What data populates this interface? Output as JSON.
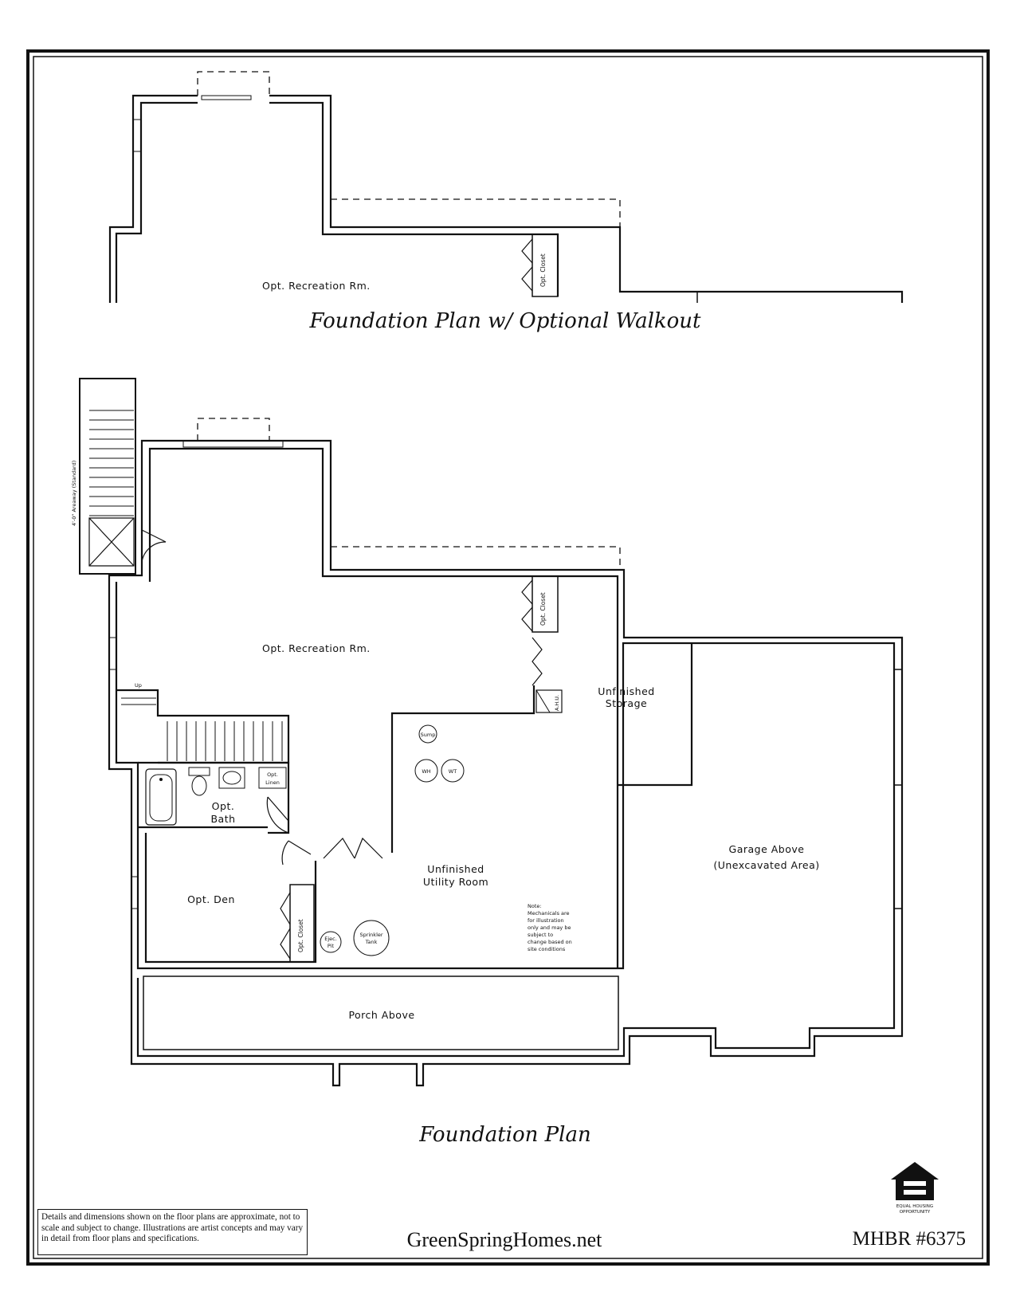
{
  "plans": {
    "walkout_title": "Foundation Plan w/ Optional Walkout",
    "main_title": "Foundation Plan"
  },
  "walkout_labels": {
    "rec_room": "Opt. Recreation Rm.",
    "closet": "Opt. Closet"
  },
  "main_labels": {
    "areaway": "4'-0\" Areaway (Standard)",
    "rec_room": "Opt. Recreation Rm.",
    "closet_top": "Opt. Closet",
    "up": "Up",
    "ahu": "A.H.U.",
    "storage_1": "Unfinished",
    "storage_2": "Storage",
    "sump": "Sump",
    "wh": "WH",
    "wt": "WT",
    "linen_1": "Opt.",
    "linen_2": "Linen",
    "bath_1": "Opt.",
    "bath_2": "Bath",
    "den": "Opt. Den",
    "closet_den": "Opt. Closet",
    "ejec_1": "Ejec.",
    "ejec_2": "Pit",
    "sprinkler_1": "Sprinkler",
    "sprinkler_2": "Tank",
    "utility_1": "Unfinished",
    "utility_2": "Utility Room",
    "note": [
      "Note:",
      "Mechanicals are",
      "for illustration",
      "only and may be",
      "subject to",
      "change based on",
      "site conditions"
    ],
    "garage_1": "Garage Above",
    "garage_2": "(Unexcavated Area)",
    "porch": "Porch Above"
  },
  "footer": {
    "disclaimer": "Details and dimensions shown on the floor plans are approximate, not to scale and subject to change.  Illustrations are artist concepts and may vary in detail from floor plans and specifications.",
    "website": "GreenSpringHomes.net",
    "mhbr": "MHBR #6375",
    "eho_1": "EQUAL HOUSING",
    "eho_2": "OPPORTUNITY"
  }
}
